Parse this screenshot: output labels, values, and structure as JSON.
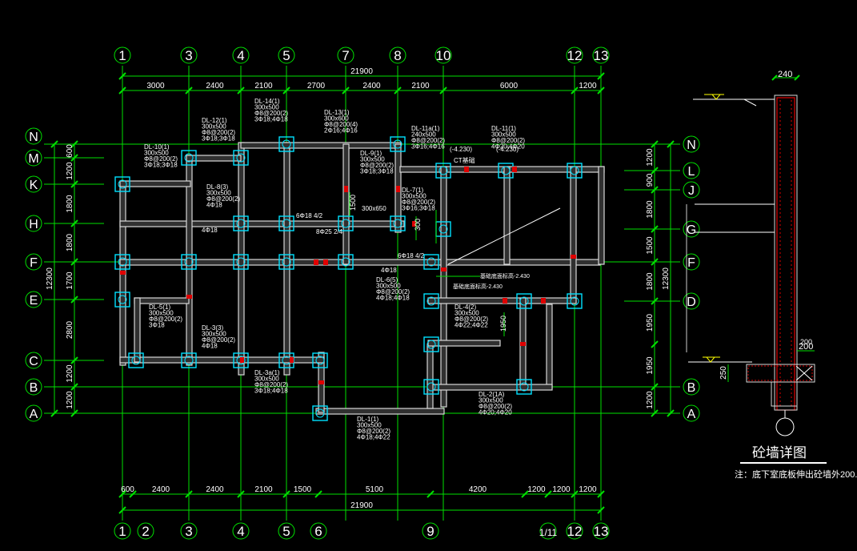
{
  "axes_top": [
    "1",
    "3",
    "4",
    "5",
    "7",
    "8",
    "10",
    "12",
    "13"
  ],
  "axes_bottom": [
    "1",
    "2",
    "3",
    "4",
    "5",
    "6",
    "9",
    "1/11",
    "12",
    "13"
  ],
  "axes_left": [
    "N",
    "M",
    "K",
    "H",
    "F",
    "E",
    "C",
    "B",
    "A"
  ],
  "axes_right": [
    "N",
    "L",
    "J",
    "G",
    "F",
    "D",
    "B",
    "A"
  ],
  "dims_top": [
    "3000",
    "2400",
    "2100",
    "2700",
    "2400",
    "2100",
    "6000",
    "1200"
  ],
  "dims_top_total": "21900",
  "dims_bottom": [
    "600",
    "2400",
    "2400",
    "2100",
    "1500",
    "5100",
    "4200",
    "1200",
    "1200",
    "1200"
  ],
  "dims_bottom_total": "21900",
  "dims_left": [
    "600",
    "1200",
    "1800",
    "1800",
    "1700",
    "2800",
    "1200",
    "1200"
  ],
  "dims_left_total": "12300",
  "dims_right": [
    "1200",
    "900",
    "1800",
    "1500",
    "1800",
    "1950",
    "1950",
    "1200"
  ],
  "dims_right_total": "12300",
  "beam_labels": [
    {
      "lines": [
        "DL-14(1)",
        "300x500",
        "Φ8@200(2)",
        "3Φ18;4Φ18"
      ]
    },
    {
      "lines": [
        "DL-13(1)",
        "300x600",
        "Φ8@200(4)",
        "2Φ16;4Φ16"
      ]
    },
    {
      "lines": [
        "DL-12(1)",
        "300x500",
        "Φ8@200(2)",
        "3Φ18;3Φ18"
      ]
    },
    {
      "lines": [
        "DL-11a(1)",
        "240x500",
        "Φ8@200(2)",
        "3Φ16;4Φ16"
      ]
    },
    {
      "lines": [
        "DL-11(1)",
        "300x500",
        "Φ8@200(2)",
        "4Φ20;4Φ20"
      ]
    },
    {
      "lines": [
        "DL-10(1)",
        "300x500",
        "Φ8@200(2)",
        "3Φ18;3Φ18"
      ]
    },
    {
      "lines": [
        "DL-9(1)",
        "300x500",
        "Φ8@200(2)",
        "3Φ18;3Φ18"
      ]
    },
    {
      "lines": [
        "DL-8(3)",
        "300x500",
        "Φ8@200(2)",
        "4Φ18"
      ]
    },
    {
      "lines": [
        "DL-7(1)",
        "300x500",
        "Φ8@200(2)",
        "3Φ16;3Φ18"
      ]
    },
    {
      "lines": [
        "DL-6(5)",
        "300x500",
        "Φ8@200(2)",
        "4Φ18;4Φ18"
      ]
    },
    {
      "lines": [
        "DL-5(1)",
        "300x500",
        "Φ8@200(2)",
        "3Φ18"
      ]
    },
    {
      "lines": [
        "DL-4(2)",
        "300x500",
        "Φ8@200(2)",
        "4Φ22;4Φ22"
      ]
    },
    {
      "lines": [
        "DL-3(3)",
        "300x500",
        "Φ8@200(2)",
        "4Φ18"
      ]
    },
    {
      "lines": [
        "DL-3a(1)",
        "300x500",
        "Φ8@200(2)",
        "3Φ18;4Φ18"
      ]
    },
    {
      "lines": [
        "DL-2(1A)",
        "300x500",
        "Φ8@200(2)",
        "4Φ20;4Φ20"
      ]
    },
    {
      "lines": [
        "DL-1(1)",
        "300x500",
        "Φ8@200(2)",
        "4Φ18;4Φ22"
      ]
    }
  ],
  "misc_labels": [
    "6Φ18 4/2",
    "8Φ25 2/4",
    "4Φ18",
    "6Φ18 4/2",
    "300x650",
    "4Φ18",
    "CT基础",
    "(-4.230)",
    "(-4.230)",
    "基础底面标高-2.430",
    "基础底面标高-2.430",
    "1500",
    "1950",
    "300",
    "200"
  ],
  "detail": {
    "title": "砼墙详图",
    "dim_top": "240",
    "dim_side": "200",
    "dim_left": "250",
    "note": "注：底下室底板伸出砼墙外200."
  }
}
